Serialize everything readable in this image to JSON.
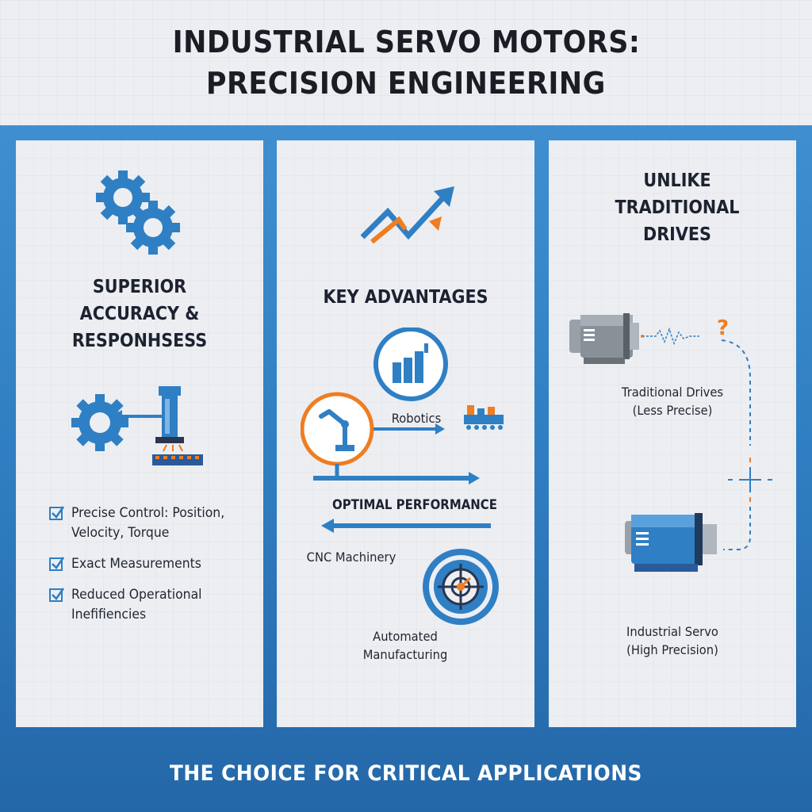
{
  "header": {
    "title_line1": "INDUSTRIAL SERVO MOTORS:",
    "title_line2": "PRECISION ENGINEERING"
  },
  "panels": [
    {
      "heading": [
        "SUPERIOR",
        "ACCURACY &",
        "RESPONHSESS"
      ],
      "checklist": [
        [
          "Precise Control: Position,",
          "Velocity, Torque"
        ],
        [
          "Exact Measurements"
        ],
        [
          "Reduced Operational",
          "Inefifiencies"
        ]
      ],
      "icons": [
        "gears-icon",
        "gear-actuator-icon",
        "checkbox-icon"
      ]
    },
    {
      "heading": "KEY ADVANTAGES",
      "labels": {
        "robotics": "Robotics",
        "optimal": "OPTIMAL PERFORMANCE",
        "cnc": "CNC Machinery",
        "automated": [
          "Automated",
          "Manufacturing"
        ]
      },
      "icons": [
        "trend-arrow-icon",
        "factory-chart-icon",
        "robot-arm-icon",
        "conveyor-icon",
        "target-icon"
      ]
    },
    {
      "heading": [
        "UNLIKE",
        "TRADITIONAL",
        "DRIVES"
      ],
      "traditional_label": [
        "Traditional Drives",
        "(Less Precise)"
      ],
      "servo_label": [
        "Industrial Servo",
        "(High Precision)"
      ],
      "question_mark": "?",
      "icons": [
        "traditional-motor-icon",
        "servo-motor-icon",
        "crosshair-icon"
      ]
    }
  ],
  "footer": {
    "text": "THE CHOICE FOR CRITICAL APPLICATIONS"
  },
  "colors": {
    "blue": "#2f7fc4",
    "orange": "#ef7d22",
    "dark": "#1c2230",
    "panel": "#eceef2"
  }
}
